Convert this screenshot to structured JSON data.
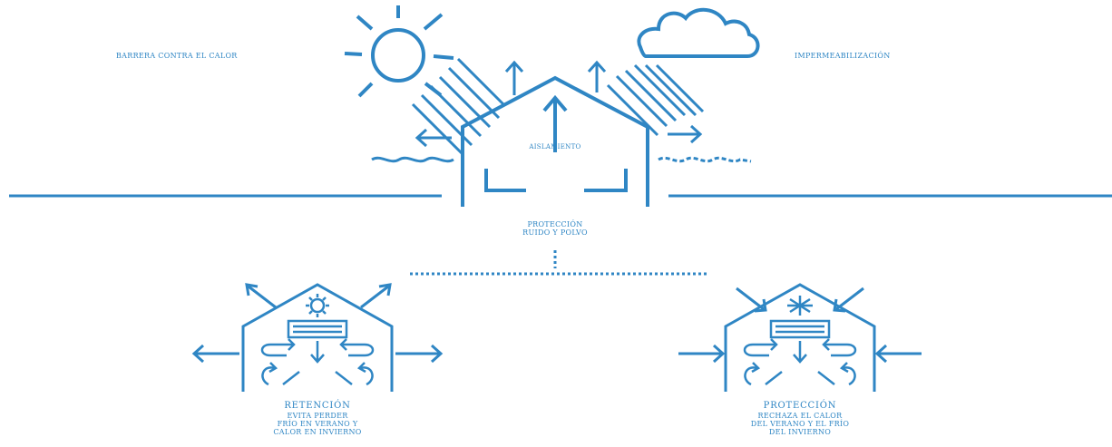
{
  "colors": {
    "accent": "#2f86c4",
    "background": "#ffffff"
  },
  "icons": [
    "sun-icon",
    "cloud-icon",
    "rain-icon",
    "house-icon",
    "air-conditioner-icon",
    "snowflake-icon",
    "wave-icon",
    "arrow-icon"
  ],
  "labels": {
    "heat_barrier": "BARRERA CONTRA EL CALOR",
    "waterproofing": "IMPERMEABILIZACIÓN",
    "insulation": "AISLAMIENTO",
    "noise_protection_1": "PROTECCIÓN",
    "noise_protection_2": "RUIDO Y POLVO"
  },
  "retention": {
    "title": "RETENCIÓN",
    "line1": "EVITA PERDER",
    "line2": "FRÍO EN VERANO Y",
    "line3": "CALOR EN INVIERNO"
  },
  "protection": {
    "title": "PROTECCIÓN",
    "line1": "RECHAZA EL CALOR",
    "line2": "DEL VERANO Y EL FRÍO",
    "line3": "DEL INVIERNO"
  }
}
